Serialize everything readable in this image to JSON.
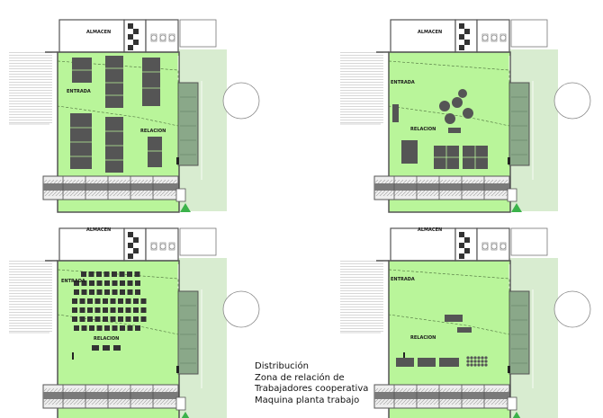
{
  "plans": [
    {
      "id": "p1",
      "labels": {
        "almacen": "ALMACEN",
        "entrada": "ENTRADA",
        "relacion": "RELACION"
      }
    },
    {
      "id": "p2",
      "labels": {
        "almacen": "ALMACEN",
        "entrada": "ENTRADA",
        "relacion": "RELACION"
      }
    },
    {
      "id": "p3",
      "labels": {
        "almacen": "ALMACEN",
        "entrada": "ENTRADA",
        "relacion": "RELACION"
      }
    },
    {
      "id": "p4",
      "labels": {
        "almacen": "ALMACEN",
        "entrada": "ENTRADA",
        "relacion": "RELACION"
      }
    }
  ],
  "caption": {
    "line1": "Distribución",
    "line2": "Zona de relación de",
    "line3": "Trabajadores cooperativa",
    "line4": "Maquina planta trabajo"
  },
  "colors": {
    "floor": "#b9f59a",
    "exterior": "#d8ecd0",
    "wall": "#555555",
    "furniture": "#555555",
    "court": "#8aa889"
  }
}
